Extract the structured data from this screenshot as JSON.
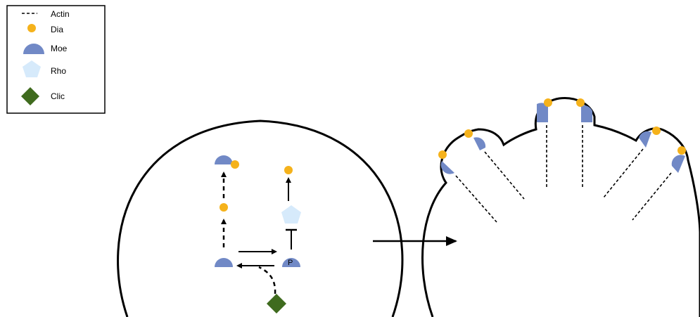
{
  "legend": {
    "items": [
      {
        "key": "actin",
        "label": "Actin",
        "icon": "dashed-line-icon"
      },
      {
        "key": "dia",
        "label": "Dia",
        "icon": "orange-dot-icon"
      },
      {
        "key": "moe",
        "label": "Moe",
        "icon": "blue-half-circle-icon"
      },
      {
        "key": "rho",
        "label": "Rho",
        "icon": "pale-blue-pentagon-icon"
      },
      {
        "key": "clic",
        "label": "Clic",
        "icon": "green-diamond-icon"
      }
    ]
  },
  "pathway": {
    "phospho_label": "P"
  },
  "colors": {
    "dia": "#F5B21B",
    "moe": "#7189C6",
    "rho": "#D6EAFB",
    "clic": "#3F6B1E",
    "outline": "#000000"
  }
}
